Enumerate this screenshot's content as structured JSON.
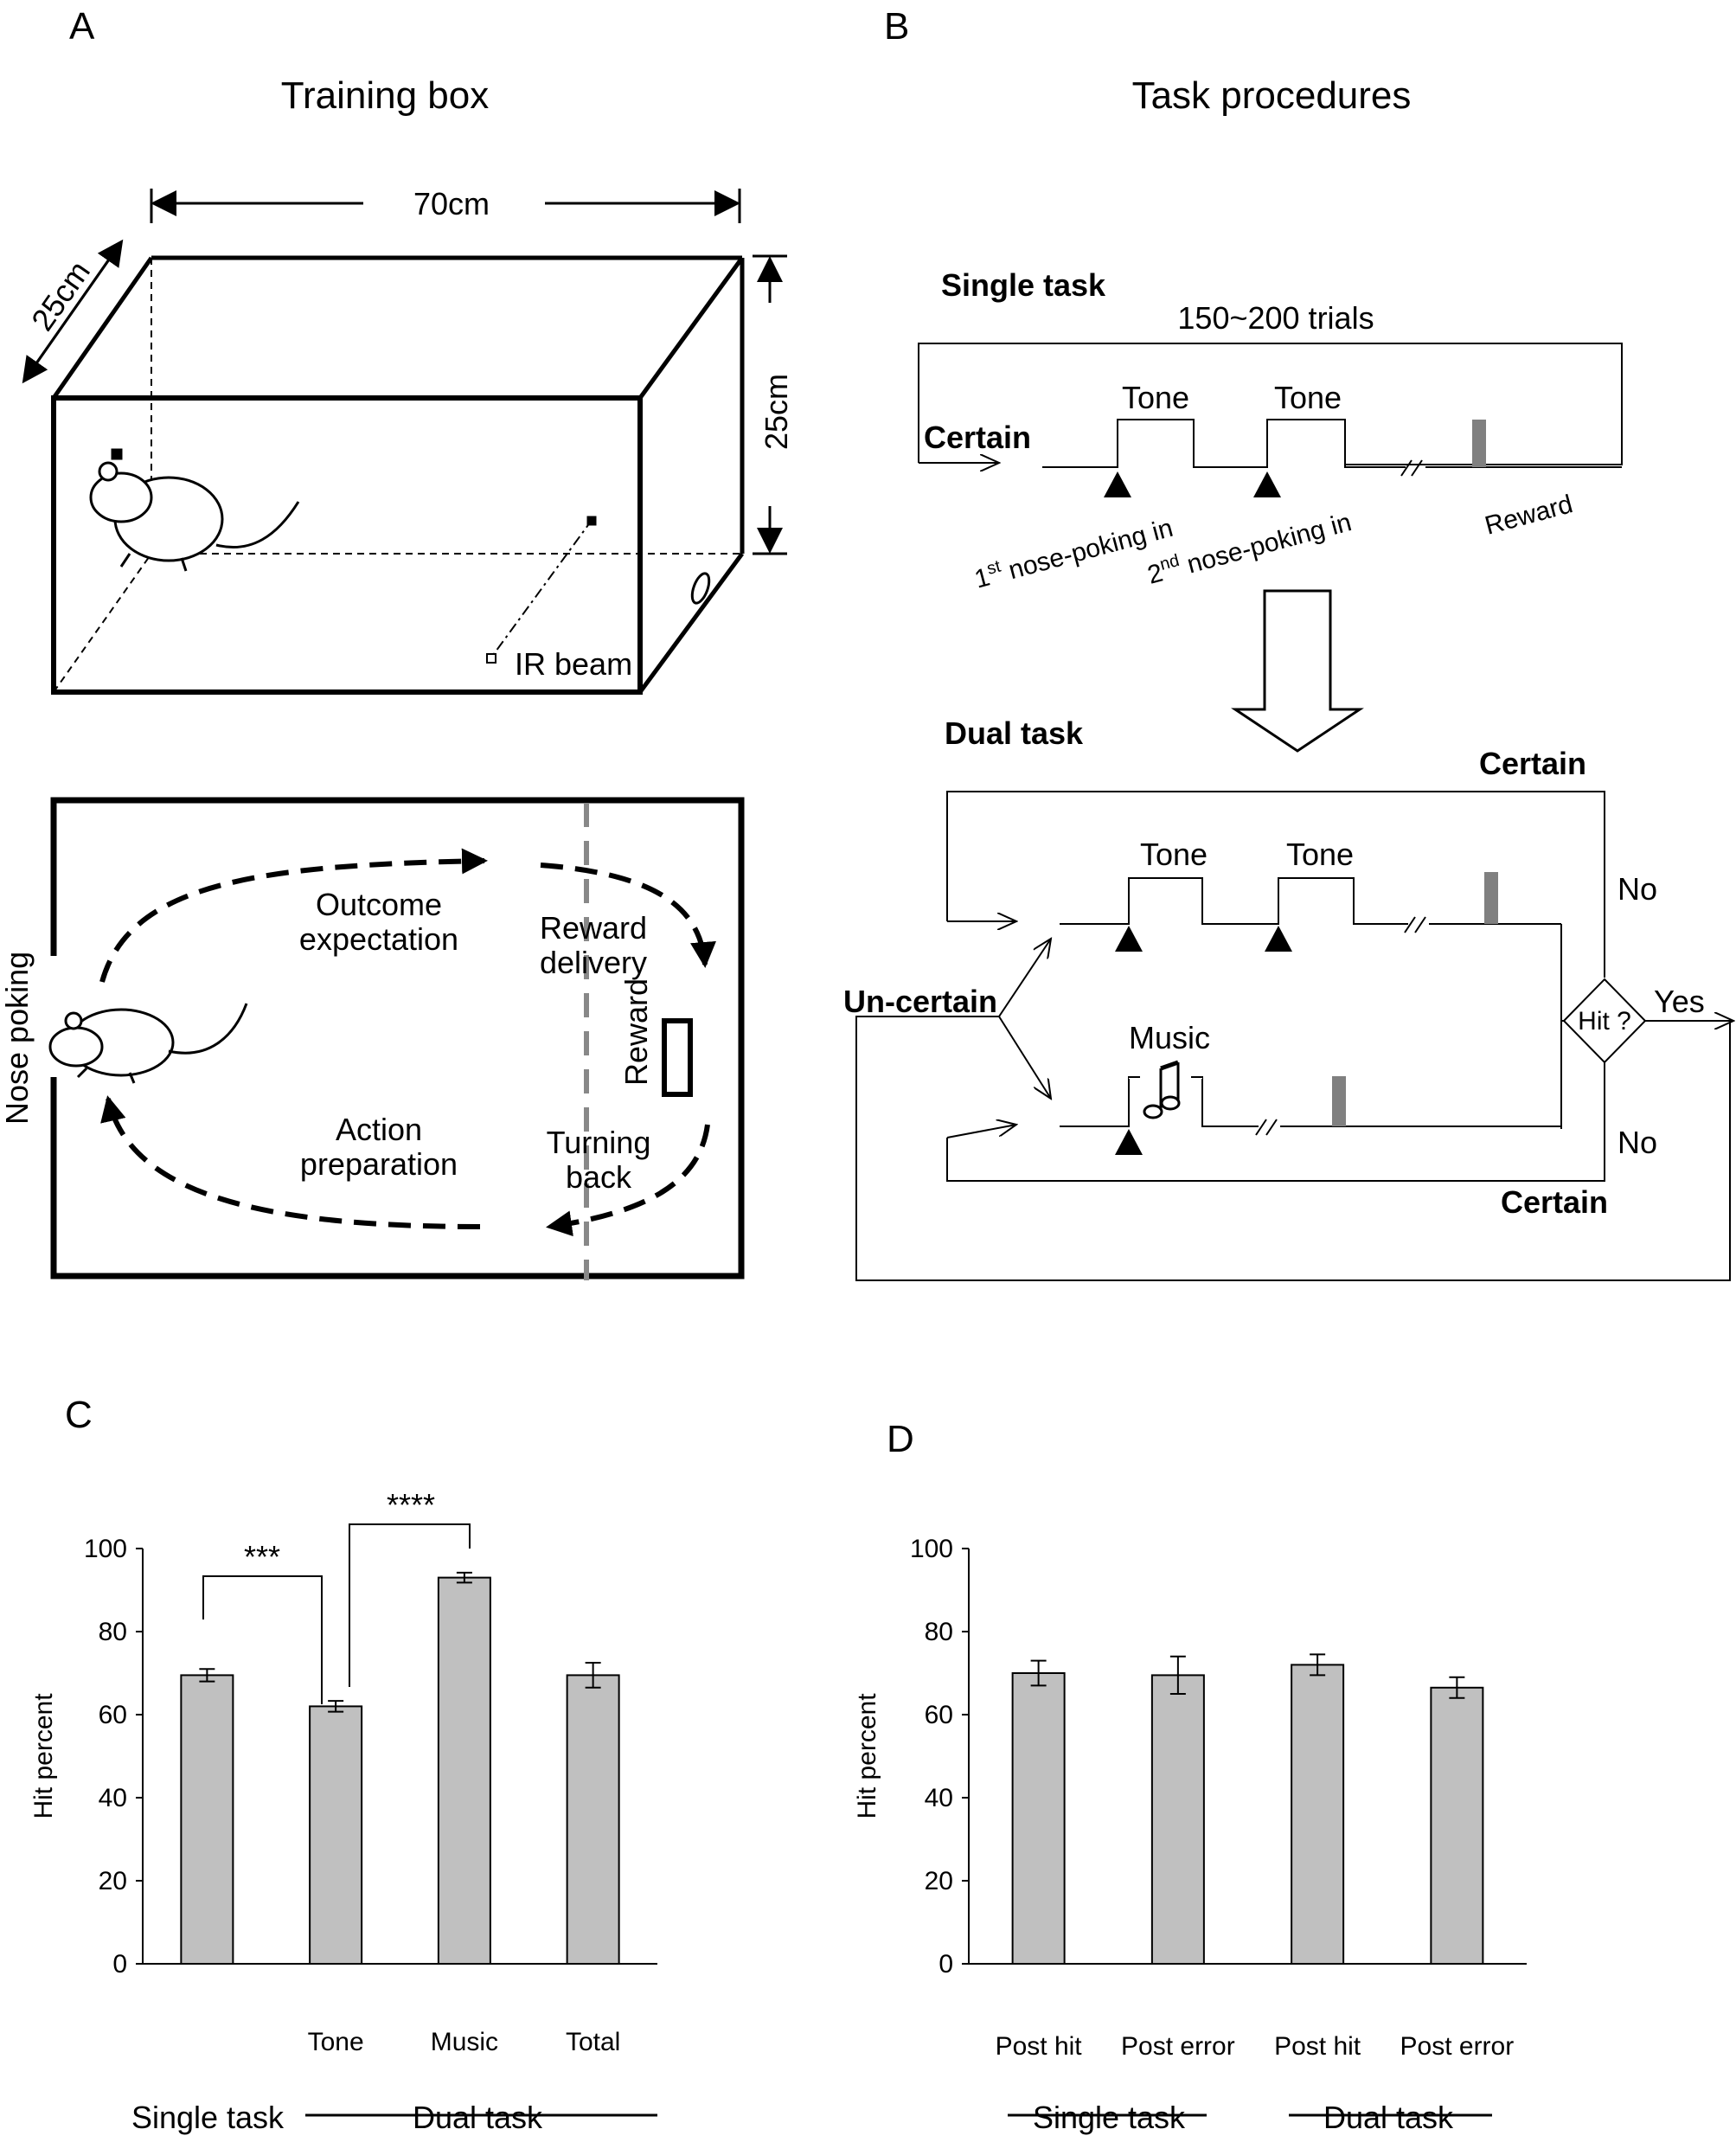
{
  "panels": {
    "A": {
      "letter": "A",
      "title": "Training box",
      "dim_length": "70cm",
      "dim_depth": "25cm",
      "dim_height": "25cm",
      "ir_beam": "IR beam",
      "nose_poking": "Nose poking",
      "outcome_1": "Outcome",
      "outcome_2": "expectation",
      "reward_delivery_1": "Reward",
      "reward_delivery_2": "delivery",
      "reward": "Reward",
      "action_1": "Action",
      "action_2": "preparation",
      "turning_1": "Turning",
      "turning_2": "back"
    },
    "B": {
      "letter": "B",
      "title": "Task procedures",
      "single_task": "Single task",
      "trials": "150~200 trials",
      "certain": "Certain",
      "tone": "Tone",
      "first_poke_num": "1",
      "first_poke_sup": "st",
      "first_poke_text": " nose-poking in",
      "second_poke_num": "2",
      "second_poke_sup": "nd",
      "second_poke_text": " nose-poking in",
      "reward": "Reward",
      "dual_task": "Dual task",
      "uncertain": "Un-certain",
      "music": "Music",
      "hit": "Hit ?",
      "yes": "Yes",
      "no": "No"
    },
    "C": {
      "letter": "C",
      "single_task": "Single task",
      "dual_task": "Dual task",
      "sig_1": "***",
      "sig_2": "****"
    },
    "D": {
      "letter": "D",
      "single_task": "Single task",
      "dual_task": "Dual task"
    }
  },
  "chart_data": [
    {
      "type": "bar",
      "panel": "C",
      "categories": [
        "",
        "Tone",
        "Music",
        "Total"
      ],
      "values": [
        69.5,
        62,
        93,
        69.5
      ],
      "errors": [
        1.5,
        1.3,
        1.2,
        3
      ],
      "ylabel": "Hit percent",
      "ylim": [
        0,
        100
      ],
      "yticks": [
        "0",
        "20",
        "40",
        "60",
        "80",
        "100"
      ],
      "bar_color": "#c0c0c0"
    },
    {
      "type": "bar",
      "panel": "D",
      "categories": [
        "Post hit",
        "Post error",
        "Post hit",
        "Post error"
      ],
      "values": [
        70,
        69.5,
        72,
        66.5
      ],
      "errors": [
        3,
        4.5,
        2.5,
        2.5
      ],
      "ylabel": "Hit percent",
      "ylim": [
        0,
        100
      ],
      "yticks": [
        "0",
        "20",
        "40",
        "60",
        "80",
        "100"
      ],
      "bar_color": "#c0c0c0"
    }
  ]
}
